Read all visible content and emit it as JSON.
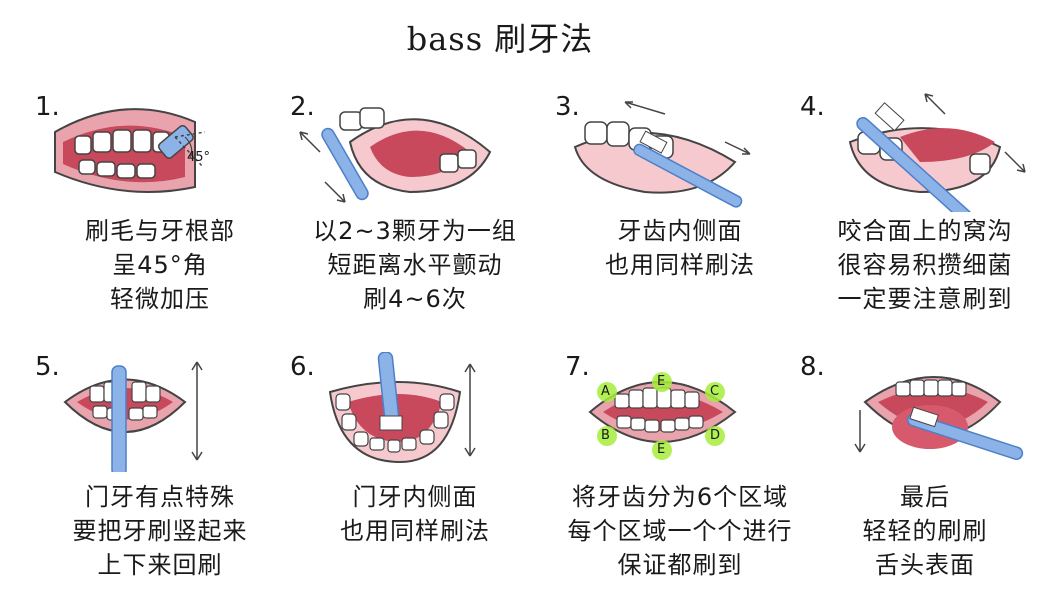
{
  "title": "bass 刷牙法",
  "colors": {
    "lip": "#e9a3ad",
    "gum": "#f6c9cf",
    "mouth": "#c8485c",
    "tooth": "#ffffff",
    "outline": "#444444",
    "brush": "#8bb3e8",
    "brush_dark": "#4d7fc9",
    "highlight": "#a6ee3c"
  },
  "steps": [
    {
      "number": "1.",
      "angle_label": "45°",
      "caption": [
        "刷毛与牙根部",
        "呈45°角",
        "轻微加压"
      ]
    },
    {
      "number": "2.",
      "caption": [
        "以2~3颗牙为一组",
        "短距离水平颤动",
        "刷4~6次"
      ]
    },
    {
      "number": "3.",
      "caption": [
        "牙齿内侧面",
        "也用同样刷法"
      ]
    },
    {
      "number": "4.",
      "caption": [
        "咬合面上的窝沟",
        "很容易积攒细菌",
        "一定要注意刷到"
      ]
    },
    {
      "number": "5.",
      "caption": [
        "门牙有点特殊",
        "要把牙刷竖起来",
        "上下来回刷"
      ]
    },
    {
      "number": "6.",
      "caption": [
        "门牙内侧面",
        "也用同样刷法"
      ]
    },
    {
      "number": "7.",
      "zones": [
        "A",
        "E",
        "C",
        "B",
        "E",
        "D"
      ],
      "caption": [
        "将牙齿分为6个区域",
        "每个区域一个个进行",
        "保证都刷到"
      ]
    },
    {
      "number": "8.",
      "caption": [
        "最后",
        "轻轻的刷刷",
        "舌头表面"
      ]
    }
  ]
}
